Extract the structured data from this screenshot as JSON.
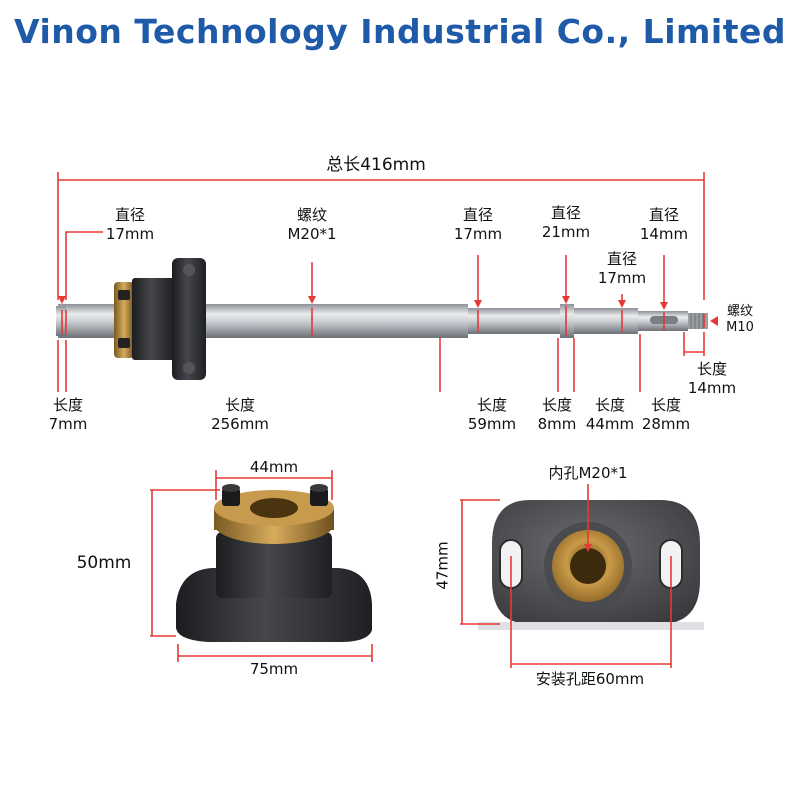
{
  "header": {
    "company": "Vinon Technology Industrial Co., Limited"
  },
  "screw": {
    "total_length": "总长416mm",
    "labels": {
      "dia1": [
        "直径",
        "17mm"
      ],
      "thread": [
        "螺纹",
        "M20*1"
      ],
      "dia2": [
        "直径",
        "17mm"
      ],
      "dia3": [
        "直径",
        "21mm"
      ],
      "dia4": [
        "直径",
        "17mm"
      ],
      "dia5": [
        "直径",
        "14mm"
      ],
      "end_thread": [
        "螺纹",
        "M10"
      ],
      "len7": [
        "长度",
        "7mm"
      ],
      "len256": [
        "长度",
        "256mm"
      ],
      "len59": [
        "长度",
        "59mm"
      ],
      "len8": [
        "长度",
        "8mm"
      ],
      "len44": [
        "长度",
        "44mm"
      ],
      "len28": [
        "长度",
        "28mm"
      ],
      "len14": [
        "长度",
        "14mm"
      ]
    }
  },
  "nut_side": {
    "width_top": "44mm",
    "height": "50mm",
    "width_base": "75mm"
  },
  "nut_front": {
    "bore": "内孔M20*1",
    "height": "47mm",
    "hole_spacing": "安装孔距60mm"
  },
  "colors": {
    "title": "#1e5aa8",
    "dimension": "#e53935",
    "rod": "#b9bcc2",
    "brass": "#b8893a",
    "body": "#2e2f33"
  }
}
